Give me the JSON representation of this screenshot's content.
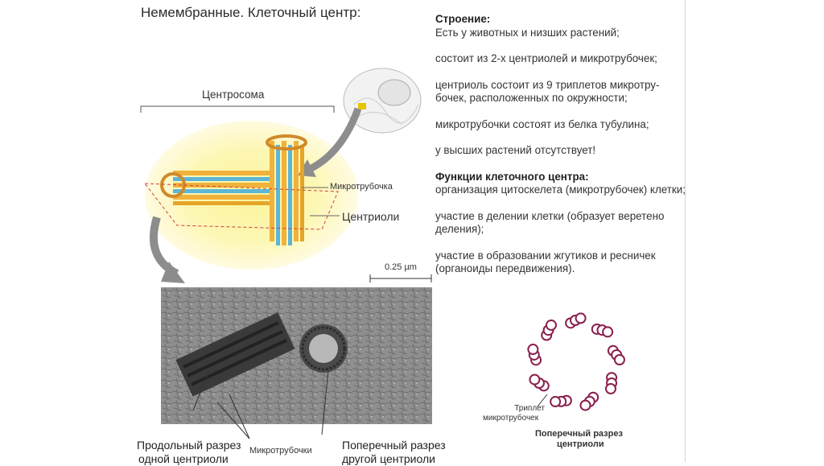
{
  "title": "Немембранные. Клеточный центр:",
  "info": {
    "structure_heading": "Строение:",
    "structure_items": [
      "Есть у животных и низших растений;",
      "состоит из 2-х центриолей и микротрубочек;",
      "центриоль состоит из 9 триплетов микротру-бочек, расположенных по окружности;",
      "микротрубочки состоят из белка тубулина;",
      "у высших растений отсутствует!"
    ],
    "functions_heading": "Функции клеточного центра:",
    "functions_items": [
      "организация цитоскелета (микротрубочек) клетки;",
      "участие в делении клетки (образует веретено деления);",
      "участие в образовании жгутиков и ресничек (органоиды передвижения)."
    ]
  },
  "diagram": {
    "centrosome_label": "Центросома",
    "microtubule_label": "Микротрубочка",
    "centrioles_label": "Центриоли",
    "scale_label": "0.25 µm",
    "longitudinal_caption_line1": "Продольный разрез",
    "longitudinal_caption_line2": "одной центриоли",
    "microtubules_label": "Микротрубочки",
    "cross_caption_line1": "Поперечный разрез",
    "cross_caption_line2": "другой центриоли"
  },
  "cross_section": {
    "triplet_label_line1": "Триплет",
    "triplet_label_line2": "микротрубочек",
    "caption_line1": "Поперечный разрез",
    "caption_line2": "центриоли",
    "ring_color": "#8a1f4e"
  },
  "colors": {
    "glow": "#fbf59a",
    "centriole_orange": "#f0b23a",
    "centriole_blue": "#5db6d6",
    "arrow_gray": "#8d8d8d"
  }
}
